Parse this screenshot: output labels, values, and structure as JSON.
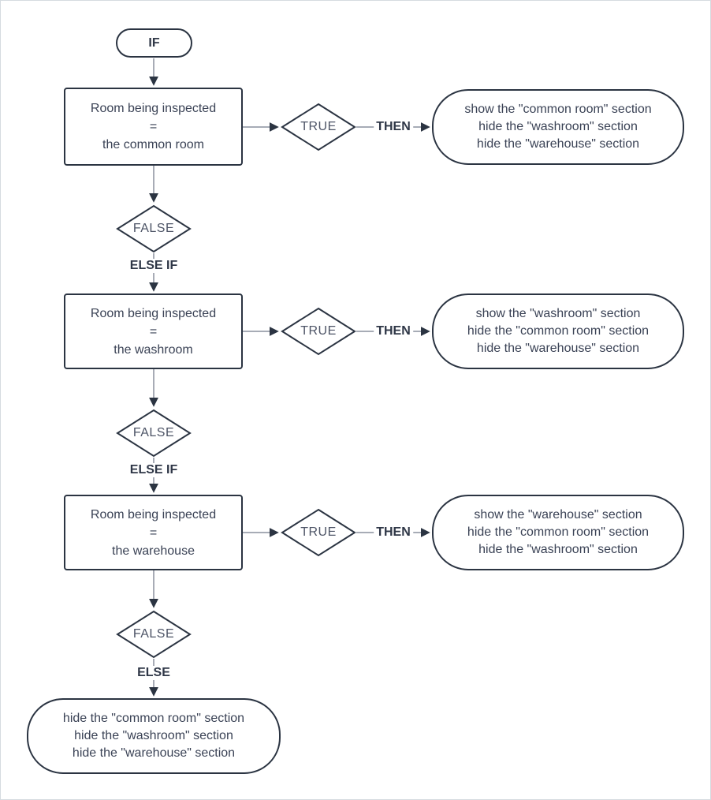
{
  "flowchart": {
    "start_label": "IF",
    "labels": {
      "true": "TRUE",
      "false": "FALSE",
      "then": "THEN",
      "else_if": "ELSE IF",
      "else": "ELSE"
    },
    "branches": [
      {
        "condition": [
          "Room being inspected",
          "=",
          "the common room"
        ],
        "actions": [
          "show the \"common room\" section",
          "hide the \"washroom\" section",
          "hide the \"warehouse\" section"
        ]
      },
      {
        "condition": [
          "Room being inspected",
          "=",
          "the washroom"
        ],
        "actions": [
          "show the \"washroom\" section",
          "hide the \"common room\" section",
          "hide the \"warehouse\" section"
        ]
      },
      {
        "condition": [
          "Room being inspected",
          "=",
          "the warehouse"
        ],
        "actions": [
          "show the \"warehouse\" section",
          "hide the \"common room\" section",
          "hide the \"washroom\" section"
        ]
      }
    ],
    "else_actions": [
      "hide the \"common room\" section",
      "hide the \"washroom\" section",
      "hide the \"warehouse\" section"
    ]
  },
  "colors": {
    "shape_stroke": "#2b3442",
    "text": "#3a4255",
    "connector_line": "#8a919e",
    "arrowhead": "#2b3442",
    "canvas_border": "#d5dbe0",
    "background": "#ffffff"
  }
}
